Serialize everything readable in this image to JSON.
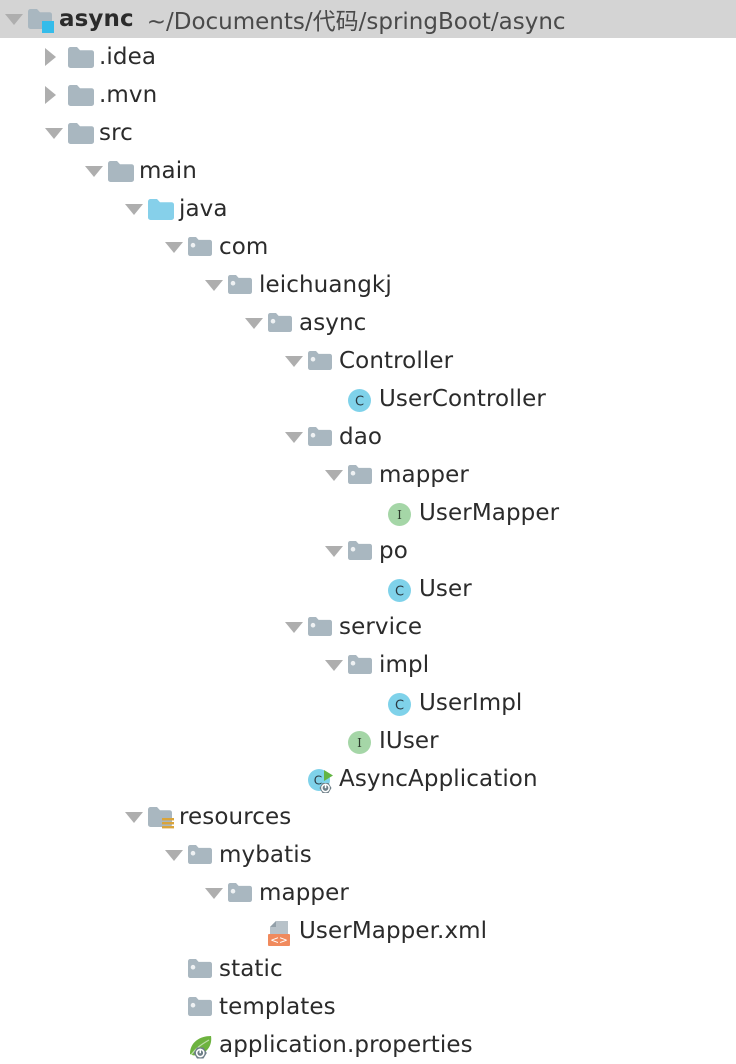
{
  "window": {
    "title": "async",
    "path": "~/Documents/代码/springBoot/async",
    "type": "project-tool-window",
    "background": "#ffffff",
    "selection_color": "#d4d4d4"
  },
  "colors": {
    "folder": "#a9b7c0",
    "source_folder": "#86d0ea",
    "class_badge": "#7fd2ea",
    "interface_badge": "#a5d6a7",
    "resource_badge": "#d9a43b",
    "xml_badge": "#f08a5d",
    "spring_green": "#6db33f",
    "arrow": "#aeaeae",
    "text": "#2b2b2b"
  },
  "tree": {
    "nodes": [
      {
        "label": "async",
        "path": "~/Documents/代码/springBoot/async",
        "depth": 0,
        "arrow": "down",
        "icon": "module-folder-icon",
        "selected": true
      },
      {
        "label": ".idea",
        "depth": 1,
        "arrow": "right",
        "icon": "folder-icon"
      },
      {
        "label": ".mvn",
        "depth": 1,
        "arrow": "right",
        "icon": "folder-icon"
      },
      {
        "label": "src",
        "depth": 1,
        "arrow": "down",
        "icon": "folder-icon"
      },
      {
        "label": "main",
        "depth": 2,
        "arrow": "down",
        "icon": "folder-icon"
      },
      {
        "label": "java",
        "depth": 3,
        "arrow": "down",
        "icon": "source-folder-icon"
      },
      {
        "label": "com",
        "depth": 4,
        "arrow": "down",
        "icon": "package-icon"
      },
      {
        "label": "leichuangkj",
        "depth": 5,
        "arrow": "down",
        "icon": "package-icon"
      },
      {
        "label": "async",
        "depth": 6,
        "arrow": "down",
        "icon": "package-icon"
      },
      {
        "label": "Controller",
        "depth": 7,
        "arrow": "down",
        "icon": "package-icon"
      },
      {
        "label": "UserController",
        "depth": 8,
        "arrow": "none",
        "icon": "java-class-icon"
      },
      {
        "label": "dao",
        "depth": 7,
        "arrow": "down",
        "icon": "package-icon"
      },
      {
        "label": "mapper",
        "depth": 8,
        "arrow": "down",
        "icon": "package-icon"
      },
      {
        "label": "UserMapper",
        "depth": 9,
        "arrow": "none",
        "icon": "java-interface-icon"
      },
      {
        "label": "po",
        "depth": 8,
        "arrow": "down",
        "icon": "package-icon"
      },
      {
        "label": "User",
        "depth": 9,
        "arrow": "none",
        "icon": "java-class-icon"
      },
      {
        "label": "service",
        "depth": 7,
        "arrow": "down",
        "icon": "package-icon"
      },
      {
        "label": "impl",
        "depth": 8,
        "arrow": "down",
        "icon": "package-icon"
      },
      {
        "label": "UserImpl",
        "depth": 9,
        "arrow": "none",
        "icon": "java-class-icon"
      },
      {
        "label": "IUser",
        "depth": 8,
        "arrow": "none",
        "icon": "java-interface-icon"
      },
      {
        "label": "AsyncApplication",
        "depth": 7,
        "arrow": "none",
        "icon": "spring-boot-class-icon"
      },
      {
        "label": "resources",
        "depth": 3,
        "arrow": "down",
        "icon": "resources-folder-icon"
      },
      {
        "label": "mybatis",
        "depth": 4,
        "arrow": "down",
        "icon": "package-icon"
      },
      {
        "label": "mapper",
        "depth": 5,
        "arrow": "down",
        "icon": "package-icon"
      },
      {
        "label": "UserMapper.xml",
        "depth": 6,
        "arrow": "none",
        "icon": "xml-file-icon"
      },
      {
        "label": "static",
        "depth": 4,
        "arrow": "none",
        "icon": "package-icon"
      },
      {
        "label": "templates",
        "depth": 4,
        "arrow": "none",
        "icon": "package-icon"
      },
      {
        "label": "application.properties",
        "depth": 4,
        "arrow": "none",
        "icon": "spring-properties-icon"
      }
    ]
  }
}
